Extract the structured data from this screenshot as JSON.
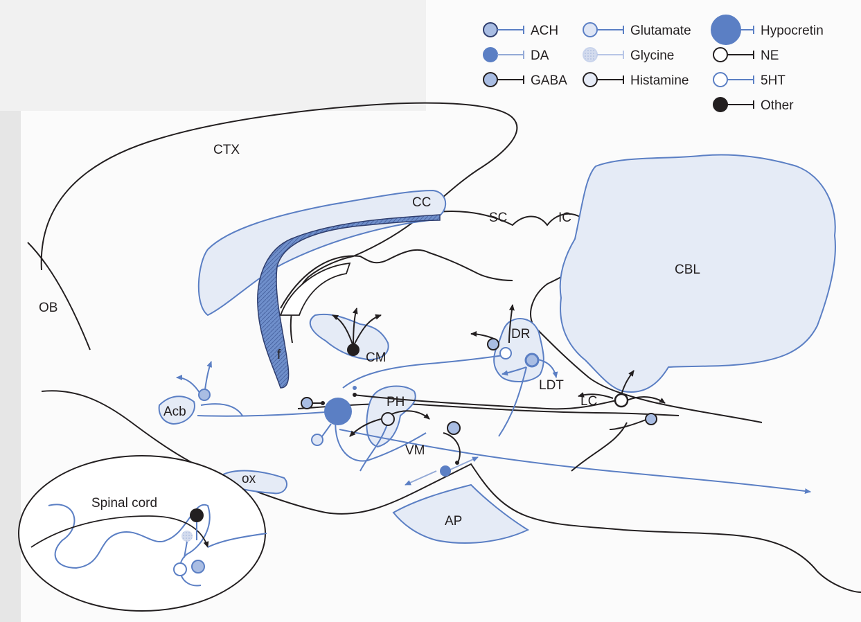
{
  "legend": [
    {
      "id": "ach",
      "label": "ACH",
      "fill": "#a9bde3",
      "stroke": "#2f3e6e",
      "line": "#5b7fc4",
      "glyph": "circle-bar"
    },
    {
      "id": "da",
      "label": "DA",
      "fill": "#5b7fc4",
      "stroke": "#5b7fc4",
      "line": "#93a9d6",
      "glyph": "circle-bar"
    },
    {
      "id": "gaba",
      "label": "GABA",
      "fill": "#a9bde3",
      "stroke": "#231f20",
      "line": "#231f20",
      "glyph": "circle-bar"
    },
    {
      "id": "glutamate",
      "label": "Glutamate",
      "fill": "#dfe6f5",
      "stroke": "#5b7fc4",
      "line": "#5b7fc4",
      "glyph": "circle-bar"
    },
    {
      "id": "glycine",
      "label": "Glycine",
      "fill": "#c9d4ec",
      "stroke": "#c9d4ec",
      "line": "#b7c5e6",
      "glyph": "circle-bar"
    },
    {
      "id": "histamine",
      "label": "Histamine",
      "fill": "#e7ecf7",
      "stroke": "#231f20",
      "line": "#231f20",
      "glyph": "circle-bar"
    },
    {
      "id": "hypocretin",
      "label": "Hypocretin",
      "fill": "#5b7fc4",
      "stroke": "#5b7fc4",
      "line": "#5b7fc4",
      "glyph": "circle-bar"
    },
    {
      "id": "ne",
      "label": "NE",
      "fill": "#ffffff",
      "stroke": "#231f20",
      "line": "#231f20",
      "glyph": "circle-bar"
    },
    {
      "id": "5ht",
      "label": "5HT",
      "fill": "#ffffff",
      "stroke": "#5b7fc4",
      "line": "#5b7fc4",
      "glyph": "circle-bar"
    },
    {
      "id": "other",
      "label": "Other",
      "fill": "#231f20",
      "stroke": "#231f20",
      "line": "#231f20",
      "glyph": "circle-bar"
    }
  ],
  "regions": {
    "ctx": "CTX",
    "cc": "CC",
    "sc": "SC",
    "ic": "IC",
    "cbl": "CBL",
    "ob": "OB",
    "f": "f",
    "cm": "CM",
    "dr": "DR",
    "ldt": "LDT",
    "lc": "LC",
    "acb": "Acb",
    "ph": "PH",
    "vm": "VM",
    "ox": "ox",
    "ap": "AP",
    "spinal_cord": "Spinal cord"
  },
  "colors": {
    "outline": "#231f20",
    "blue": "#5b7fc4",
    "pale_fill": "#e5ebf6",
    "fornix_fill": "#6f8fcb"
  }
}
